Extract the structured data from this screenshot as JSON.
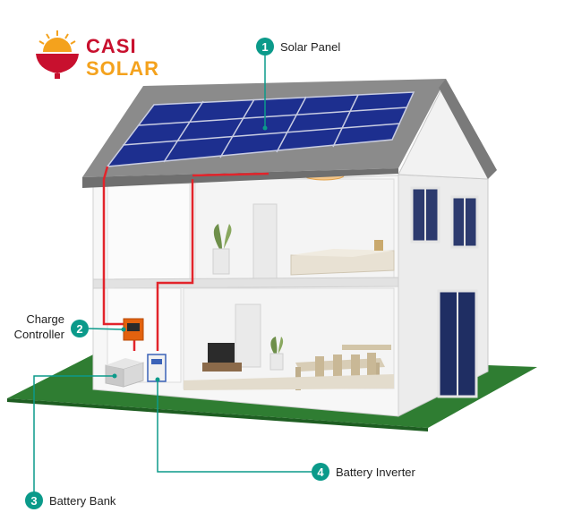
{
  "brand": {
    "line1": "CASI",
    "line2": "SOLAR"
  },
  "callouts": [
    {
      "number": "1",
      "label": "Solar Panel"
    },
    {
      "number": "2",
      "label_line1": "Charge",
      "label_line2": "Controller"
    },
    {
      "number": "3",
      "label": "Battery Bank"
    },
    {
      "number": "4",
      "label": "Battery Inverter"
    }
  ],
  "colors": {
    "callout_teal": "#0b9a8a",
    "wire_red": "#e2242b",
    "ground_green": "#2f7d32",
    "panel_blue": "#1d2f8f",
    "roof_gray": "#8b8b8b",
    "brand_red": "#c8102e",
    "brand_orange": "#f4a21d"
  }
}
